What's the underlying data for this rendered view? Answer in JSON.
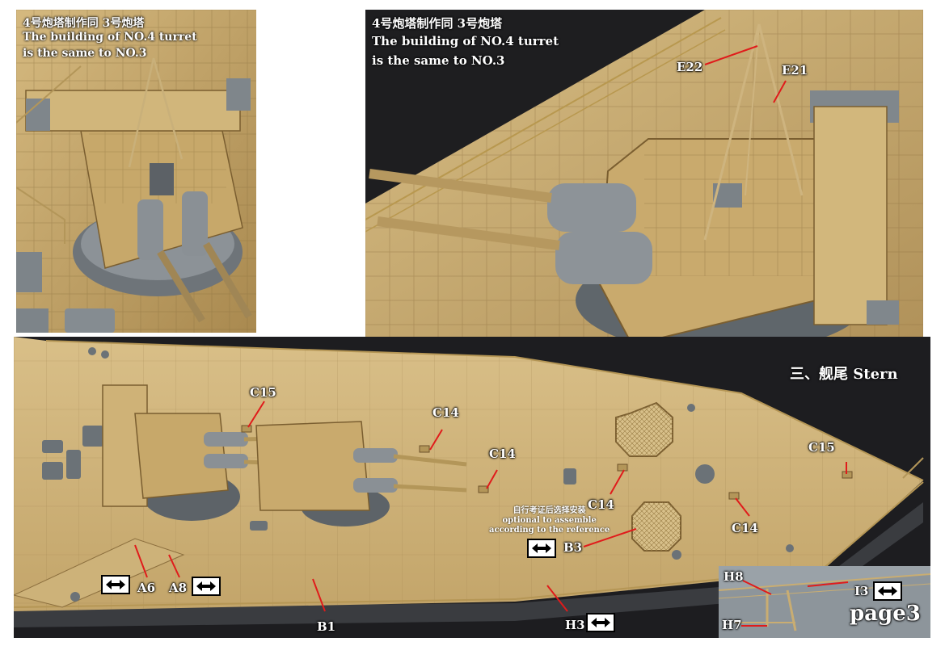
{
  "panels": {
    "top_left": {
      "caption_cn": "4号炮塔制作同 3号炮塔",
      "caption_en_1": "The building of NO.4 turret",
      "caption_en_2": "is the same to NO.3"
    },
    "top_right": {
      "caption_cn": "4号炮塔制作同 3号炮塔",
      "caption_en_1": "The building of NO.4 turret",
      "caption_en_2": "is the same to NO.3",
      "labels": {
        "e22": "E22",
        "e21": "E21"
      }
    },
    "bottom": {
      "section_title": "三、舰尾 Stern",
      "labels": {
        "c15_a": "C15",
        "c14_a": "C14",
        "c14_b": "C14",
        "c14_c": "C14",
        "c14_d": "C14",
        "c15_b": "C15",
        "b3": "B3",
        "a6": "A6",
        "a8": "A8",
        "b1": "B1",
        "h3": "H3"
      },
      "note_cn": "自行考证后选择安装",
      "note_en_1": "optional to assemble",
      "note_en_2": "according to the reference",
      "inset": {
        "h8": "H8",
        "h7": "H7",
        "i3": "I3"
      },
      "page_label": "page3"
    }
  },
  "colors": {
    "brass": "#c9ad72",
    "deck_dark": "#a8895a",
    "grey_part": "#8f969c",
    "background": "#1c1c1e",
    "leader_line": "#e01b1b"
  }
}
